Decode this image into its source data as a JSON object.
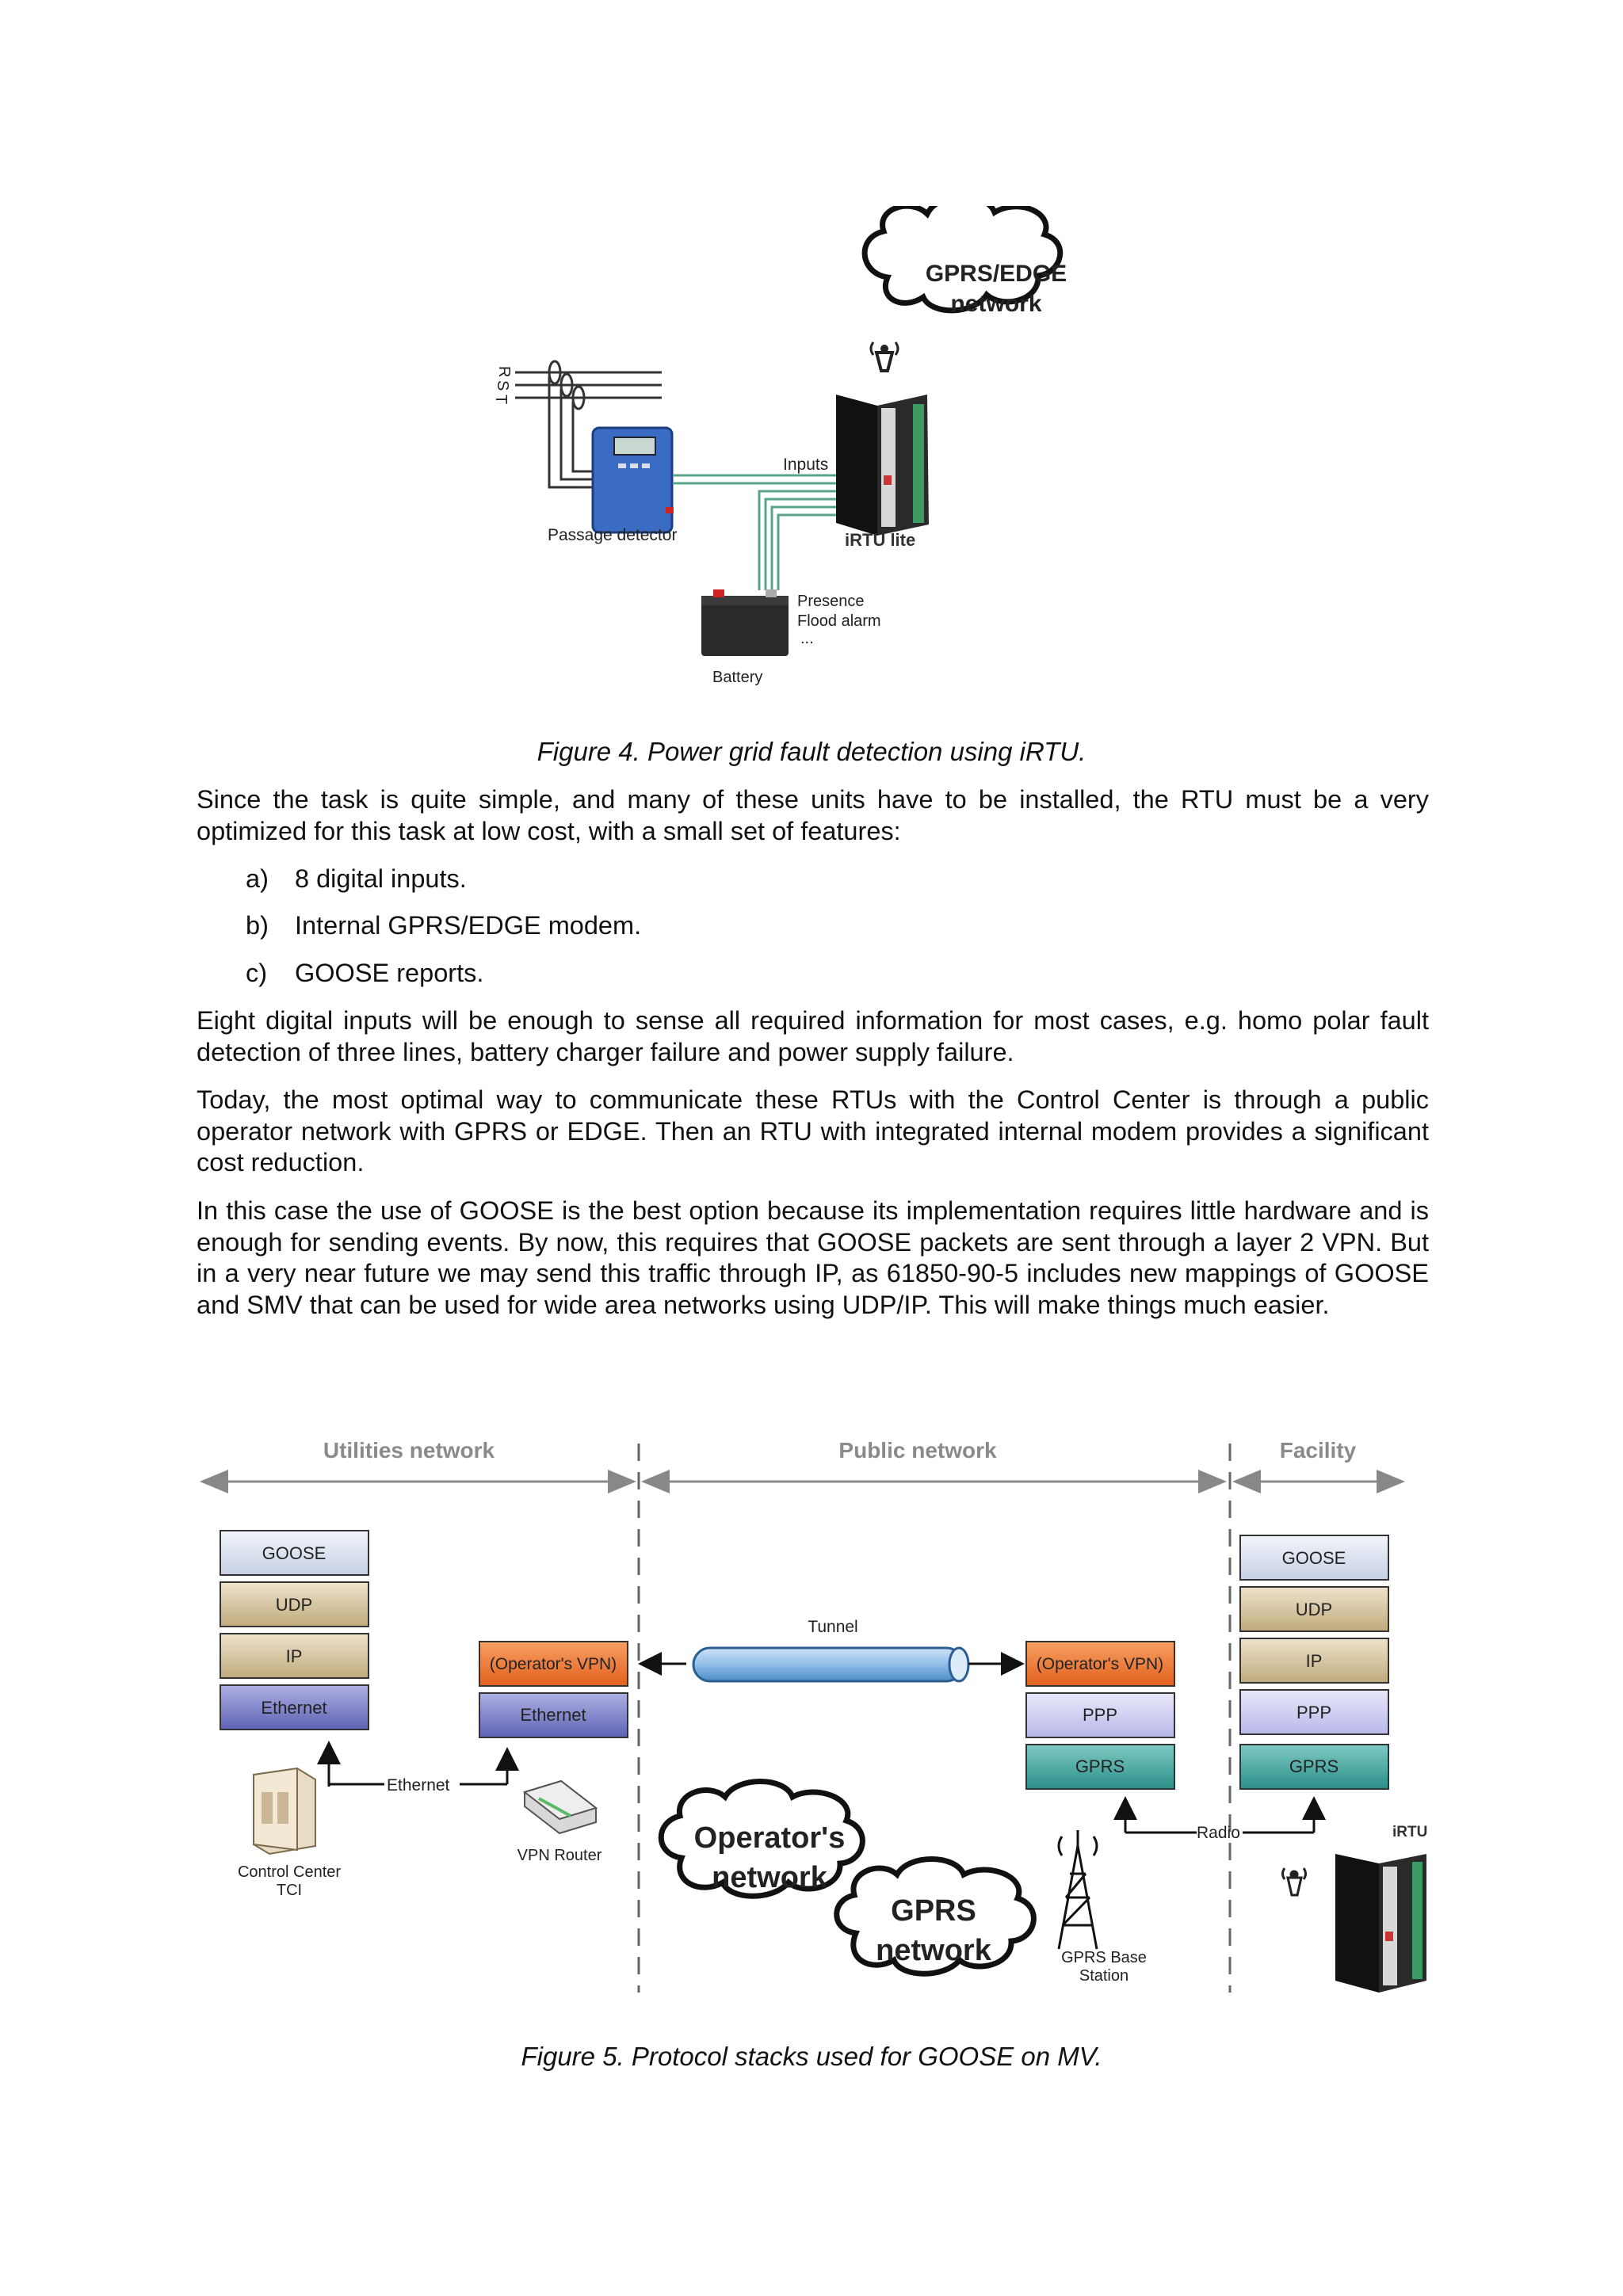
{
  "figure4": {
    "cloud": [
      "GPRS/EDGE",
      "network"
    ],
    "phase_labels": [
      "R",
      "S",
      "T"
    ],
    "passage_detector": "Passage detector",
    "inputs": "Inputs",
    "irtu_lite": "iRTU lite",
    "battery": "Battery",
    "alarms": [
      "Presence",
      "Flood alarm",
      "..."
    ],
    "caption": "Figure 4. Power grid fault detection using iRTU."
  },
  "body": {
    "para1": "Since the task is quite simple, and many of these units have to be installed, the RTU must be a very optimized for this task at low cost, with a small set of features:",
    "list": [
      {
        "marker": "a)",
        "text": "8 digital inputs."
      },
      {
        "marker": "b)",
        "text": "Internal GPRS/EDGE modem."
      },
      {
        "marker": "c)",
        "text": "GOOSE reports."
      }
    ],
    "para2": "Eight digital inputs will be enough to sense all required information for most cases, e.g. homo polar fault detection of three lines, battery charger failure and power supply failure.",
    "para3": "Today, the most optimal way to communicate these RTUs with the Control Center is through a public operator network with GPRS or EDGE. Then an RTU with integrated internal modem provides a significant cost reduction.",
    "para4": "In this case the use of GOOSE is the best option because its implementation requires little hardware and is enough for sending events. By now, this requires that GOOSE packets are sent through a layer 2 VPN. But in a very near future we may send this traffic through IP, as 61850-90-5 includes new mappings of GOOSE and SMV that can be used for wide area networks using UDP/IP.  This will make things much easier."
  },
  "figure5": {
    "zones": [
      "Utilities network",
      "Public network",
      "Facility"
    ],
    "left_stack": [
      "GOOSE",
      "UDP",
      "IP",
      "Ethernet"
    ],
    "router_stack": [
      "(Operator's VPN)",
      "Ethernet"
    ],
    "tunnel": "Tunnel",
    "modem_stack": [
      "(Operator's VPN)",
      "PPP",
      "GPRS"
    ],
    "right_stack": [
      "GOOSE",
      "UDP",
      "IP",
      "PPP",
      "GPRS"
    ],
    "ethernet_link": "Ethernet",
    "radio_link": "Radio",
    "control_center": [
      "Control Center",
      "TCI"
    ],
    "vpn_router": "VPN Router",
    "operators_cloud": [
      "Operator's",
      "network"
    ],
    "gprs_cloud": [
      "GPRS",
      "network"
    ],
    "base_station": [
      "GPRS Base",
      "Station"
    ],
    "irtu": "iRTU",
    "caption": "Figure 5. Protocol stacks used for GOOSE on MV."
  }
}
